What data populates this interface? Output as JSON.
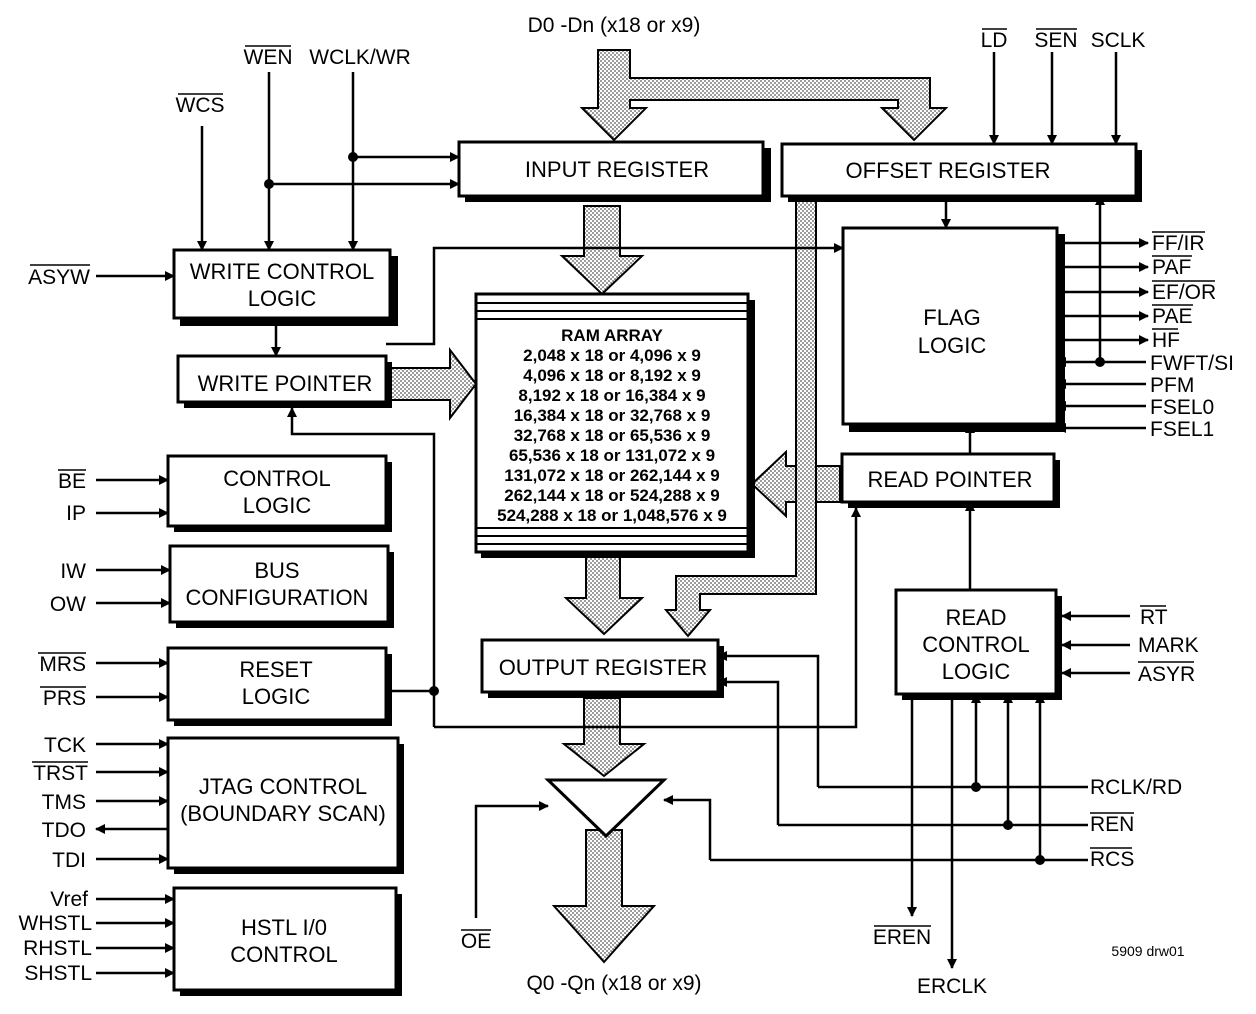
{
  "blocks": {
    "input_register": "INPUT REGISTER",
    "offset_register": "OFFSET REGISTER",
    "write_control": [
      "WRITE CONTROL",
      "LOGIC"
    ],
    "write_pointer": "WRITE POINTER",
    "flag_logic": [
      "FLAG",
      "LOGIC"
    ],
    "read_pointer": "READ POINTER",
    "control_logic": [
      "CONTROL",
      "LOGIC"
    ],
    "bus_config": [
      "BUS",
      "CONFIGURATION"
    ],
    "reset_logic": [
      "RESET",
      "LOGIC"
    ],
    "jtag": [
      "JTAG CONTROL",
      "(BOUNDARY SCAN)"
    ],
    "hstl": [
      "HSTL I/0",
      "CONTROL"
    ],
    "output_register": "OUTPUT REGISTER",
    "read_control": [
      "READ",
      "CONTROL",
      "LOGIC"
    ],
    "ram_title": "RAM ARRAY",
    "ram_lines": [
      "2,048 x 18 or 4,096 x 9",
      "4,096 x 18 or 8,192 x 9",
      "8,192 x 18 or 16,384 x 9",
      "16,384 x 18 or 32,768 x 9",
      "32,768 x 18 or 65,536 x 9",
      "65,536 x 18 or 131,072 x 9",
      "131,072 x 18 or 262,144 x 9",
      "262,144 x 18 or 524,288 x 9",
      "524,288 x 18 or 1,048,576 x 9"
    ]
  },
  "signals": {
    "data_in": "D0 -Dn  (x18 or x9)",
    "data_out": "Q0 -Qn  (x18 or x9)",
    "ld": "LD",
    "sen": "SEN",
    "sclk": "SCLK",
    "wcs": "WCS",
    "wen": "WEN",
    "wclk": "WCLK/WR",
    "asyw": "ASYW",
    "ff_ir": "FF/IR",
    "paf": "PAF",
    "ef_or": "EF/OR",
    "pae": "PAE",
    "hf": "HF",
    "fwft": "FWFT/SI",
    "pfm": "PFM",
    "fsel0": "FSEL0",
    "fsel1": "FSEL1",
    "be": "BE",
    "ip": "IP",
    "iw": "IW",
    "ow": "OW",
    "mrs": "MRS",
    "prs": "PRS",
    "tck": "TCK",
    "trst": "TRST",
    "tms": "TMS",
    "tdo": "TDO",
    "tdi": "TDI",
    "vref": "Vref",
    "whstl": "WHSTL",
    "rhstl": "RHSTL",
    "shstl": "SHSTL",
    "rt": "RT",
    "mark": "MARK",
    "asyr": "ASYR",
    "rclk": "RCLK/RD",
    "ren": "REN",
    "rcs": "RCS",
    "oe": "OE",
    "eren": "EREN",
    "erclk": "ERCLK"
  },
  "drawing_id": "5909 drw01"
}
